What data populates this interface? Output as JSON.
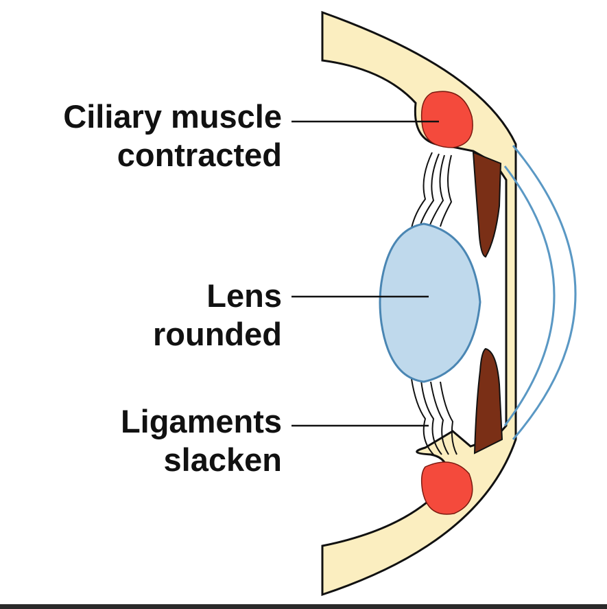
{
  "labels": {
    "ciliary_line1": "Ciliary muscle",
    "ciliary_line2": "contracted",
    "lens_line1": "Lens",
    "lens_line2": "rounded",
    "ligament_line1": "Ligaments",
    "ligament_line2": "slacken"
  },
  "colors": {
    "sclera": "#fbeec0",
    "muscle": "#f44a3c",
    "iris": "#7a2f16",
    "lens": "#bfd9ec",
    "lens_outline": "#4a86b3",
    "cornea_outline": "#5a98c4",
    "outline": "#111111"
  },
  "icons": [
    "eye-diagram"
  ]
}
